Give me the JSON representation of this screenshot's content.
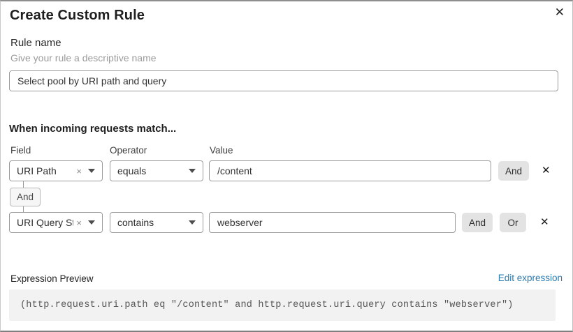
{
  "dialog": {
    "title": "Create Custom Rule",
    "close_icon": "✕"
  },
  "rule_name": {
    "label": "Rule name",
    "help": "Give your rule a descriptive name",
    "value": "Select pool by URI path and query"
  },
  "match_section": {
    "heading": "When incoming requests match...",
    "columns": {
      "field": "Field",
      "operator": "Operator",
      "value": "Value"
    },
    "rows": [
      {
        "field": "URI Path",
        "operator": "equals",
        "value": "/content",
        "and_label": "And",
        "remove_icon": "✕",
        "clear_icon": "×"
      },
      {
        "field": "URI Query St...",
        "operator": "contains",
        "value": "webserver",
        "and_label": "And",
        "or_label": "Or",
        "remove_icon": "✕",
        "clear_icon": "×"
      }
    ],
    "connector_label": "And"
  },
  "expression_preview": {
    "label": "Expression Preview",
    "edit_link": "Edit expression",
    "expression": "(http.request.uri.path eq \"/content\" and http.request.uri.query contains \"webserver\")"
  },
  "colors": {
    "link_blue": "#2c7cb0",
    "button_gray": "#e3e3e3",
    "code_background": "#f2f2f2",
    "border_gray": "#9a9a9a"
  }
}
